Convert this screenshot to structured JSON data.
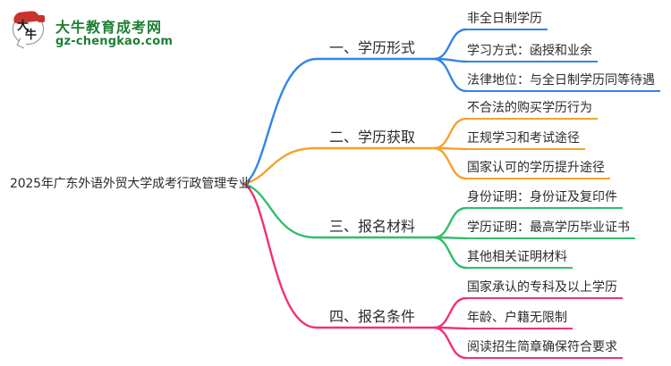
{
  "logo": {
    "icon_chars": [
      "大",
      "牛"
    ],
    "title": "大牛教育成考网",
    "domain": "gz-chengkao.com",
    "brand_green": "#1e7e34",
    "icon_red": "#c9332d"
  },
  "main_topic": "2025年广东外语外贸大学成考行政管理专业",
  "branches": [
    {
      "label": "一、学历形式",
      "color": "#3385e4",
      "children": [
        "非全日制学历",
        "学习方式：函授和业余",
        "法律地位：与全日制学历同等待遇"
      ]
    },
    {
      "label": "二、学历获取",
      "color": "#f6a12c",
      "children": [
        "不合法的购买学历行为",
        "正规学习和考试途径",
        "国家认可的学历提升途径"
      ]
    },
    {
      "label": "三、报名材料",
      "color": "#2fbe6a",
      "children": [
        "身份证明：身份证及复印件",
        "学历证明：最高学历毕业证书",
        "其他相关证明材料"
      ]
    },
    {
      "label": "四、报名条件",
      "color": "#f1307a",
      "children": [
        "国家承认的专科及以上学历",
        "年龄、户籍无限制",
        "阅读招生简章确保符合要求"
      ]
    }
  ]
}
